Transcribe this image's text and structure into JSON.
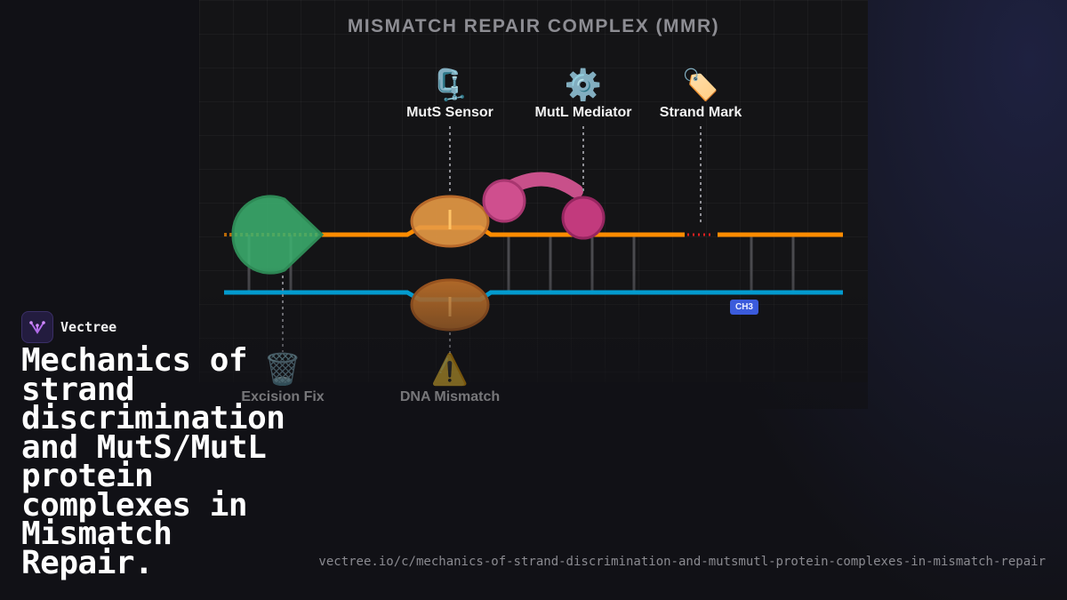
{
  "diagram": {
    "title": "MISMATCH REPAIR COMPLEX (MMR)",
    "nodes": {
      "muts": {
        "icon": "🗜️",
        "icon_name": "clamp-icon",
        "label": "MutS Sensor"
      },
      "mutl": {
        "icon": "⚙️",
        "icon_name": "gear-icon",
        "label": "MutL Mediator"
      },
      "mark": {
        "icon": "🏷️",
        "icon_name": "tag-icon",
        "label": "Strand Mark"
      },
      "excision": {
        "icon": "🗑️",
        "icon_name": "trash-icon",
        "label": "Excision Fix"
      },
      "mismatch": {
        "icon": "⚠️",
        "icon_name": "warning-icon",
        "label": "DNA Mismatch"
      }
    },
    "methyl_badge": "CH3",
    "colors": {
      "new_strand": "#ff8c00",
      "template_strand": "#00b4f0",
      "muts_clamp": "#d98a35",
      "mutl": "#d0468a",
      "exonuclease": "#3cb371",
      "methyl_badge": "#3b5bdb"
    }
  },
  "brand": {
    "name": "Vectree"
  },
  "headline": "Mechanics of strand discrimination and MutS/MutL protein complexes in Mismatch Repair.",
  "url": "vectree.io/c/mechanics-of-strand-discrimination-and-mutsmutl-protein-complexes-in-mismatch-repair"
}
